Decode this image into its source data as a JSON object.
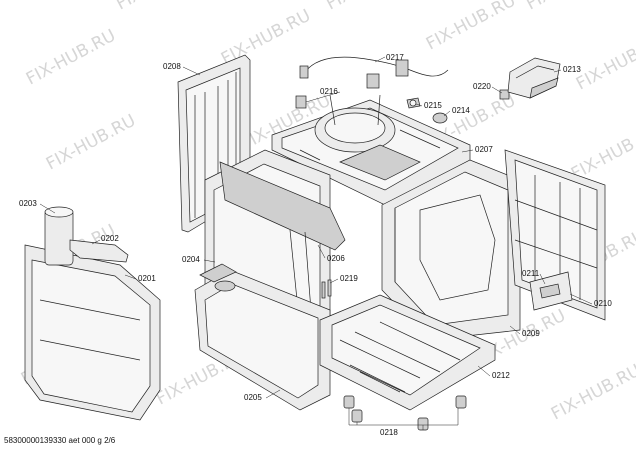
{
  "watermark": "FIX-HUB.RU",
  "footer": "58300000139330 aet 000 g 2/6",
  "parts": {
    "p0208": "0208",
    "p0217": "0217",
    "p0216": "0216",
    "p0215": "0215",
    "p0214": "0214",
    "p0220": "0220",
    "p0213": "0213",
    "p0207": "0207",
    "p0203": "0203",
    "p0202": "0202",
    "p0201": "0201",
    "p0204": "0204",
    "p0206": "0206",
    "p0219": "0219",
    "p0211": "0211",
    "p0210": "0210",
    "p0209": "0209",
    "p0212": "0212",
    "p0205": "0205",
    "p0218": "0218"
  }
}
